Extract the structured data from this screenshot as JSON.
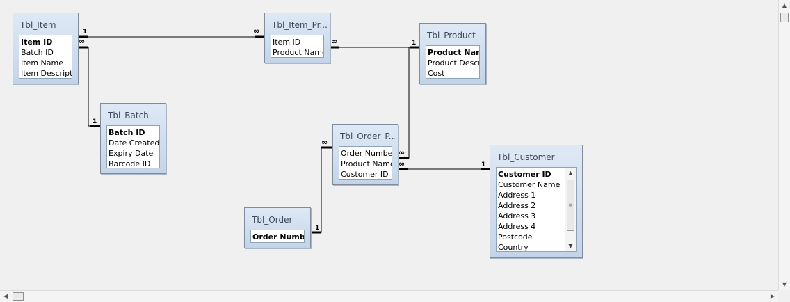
{
  "tables": {
    "item": {
      "title": "Tbl_Item",
      "fields": [
        "Item ID",
        "Batch ID",
        "Item Name",
        "Item Description"
      ]
    },
    "batch": {
      "title": "Tbl_Batch",
      "fields": [
        "Batch ID",
        "Date Created",
        "Expiry Date",
        "Barcode ID"
      ]
    },
    "item_product": {
      "title": "Tbl_Item_Pr...",
      "fields": [
        "Item ID",
        "Product Name"
      ]
    },
    "product": {
      "title": "Tbl_Product",
      "fields": [
        "Product Name",
        "Product Description",
        "Cost"
      ]
    },
    "order_product": {
      "title": "Tbl_Order_P...",
      "fields": [
        "Order Number",
        "Product Name",
        "Customer ID"
      ]
    },
    "order": {
      "title": "Tbl_Order",
      "fields": [
        "Order Number"
      ]
    },
    "customer": {
      "title": "Tbl_Customer",
      "fields": [
        "Customer ID",
        "Customer Name",
        "Address 1",
        "Address 2",
        "Address 3",
        "Address 4",
        "Postcode",
        "Country"
      ]
    }
  },
  "cardinality": {
    "one": "1",
    "many": "∞"
  },
  "icons": {
    "scroll_up": "up-arrow-icon",
    "scroll_down": "down-arrow-icon",
    "scroll_left": "left-arrow-icon",
    "scroll_right": "right-arrow-icon",
    "grip": "grip-icon"
  }
}
